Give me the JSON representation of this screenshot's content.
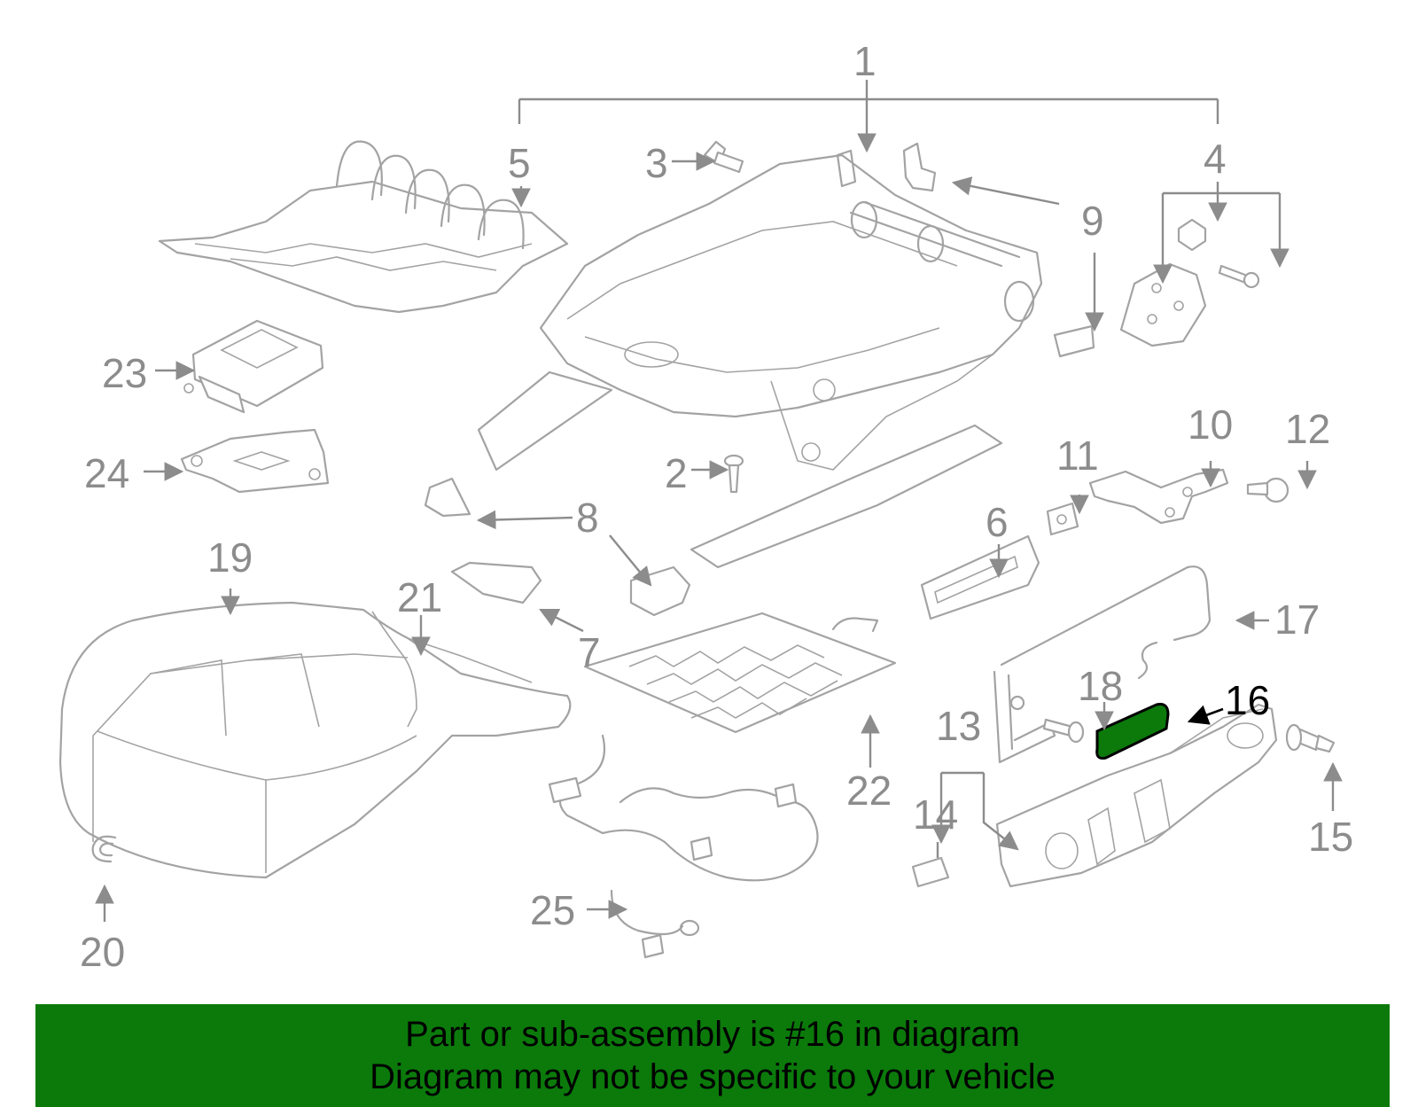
{
  "callouts": {
    "c1": "1",
    "c2": "2",
    "c3": "3",
    "c4": "4",
    "c5": "5",
    "c6": "6",
    "c7": "7",
    "c8": "8",
    "c9": "9",
    "c10": "10",
    "c11": "11",
    "c12": "12",
    "c13": "13",
    "c14": "14",
    "c15": "15",
    "c16": "16",
    "c17": "17",
    "c18": "18",
    "c19": "19",
    "c20": "20",
    "c21": "21",
    "c22": "22",
    "c23": "23",
    "c24": "24",
    "c25": "25"
  },
  "highlight": {
    "part": "16",
    "color": "#0b7a0b"
  },
  "banner": {
    "line1": "Part or sub-assembly is #16 in diagram",
    "line2": "Diagram may not be specific to your vehicle",
    "background": "#0b7a0b"
  },
  "colors": {
    "part_line": "#a3a3a3",
    "leader": "#8c8c8c",
    "highlight": "#0b7a0b"
  }
}
